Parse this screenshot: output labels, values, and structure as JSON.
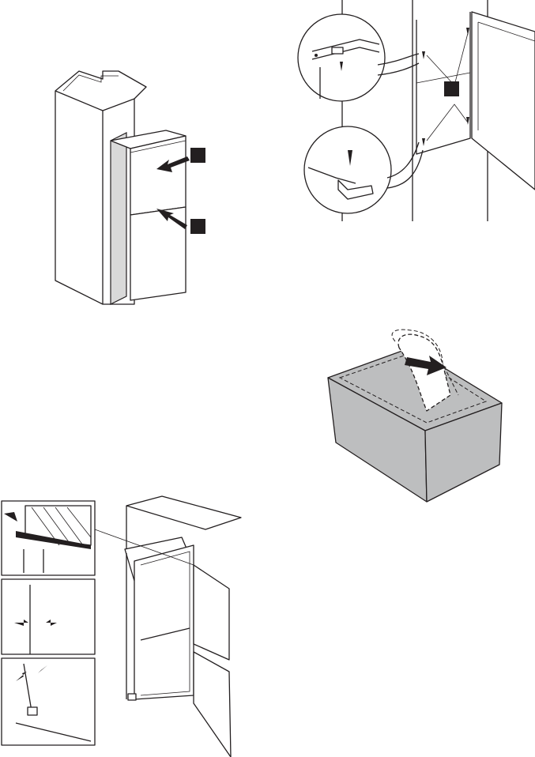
{
  "figures": [
    {
      "id": "fig-insert-appliance",
      "marker_count": 2
    },
    {
      "id": "fig-door-hinge-screws",
      "marker_count": 1
    },
    {
      "id": "fig-alignment-details",
      "detail_count": 3
    },
    {
      "id": "fig-adhesive-strip-removal",
      "marker_count": 0
    }
  ],
  "colors": {
    "line": "#231f20",
    "box_fill": "#bdbebf",
    "panel_fill": "#d9d9d9",
    "background": "#ffffff"
  }
}
